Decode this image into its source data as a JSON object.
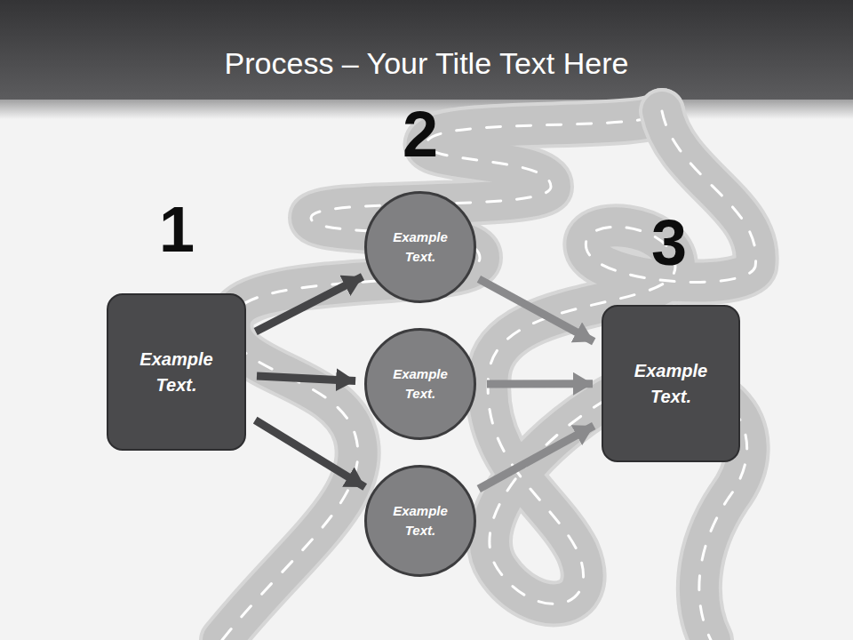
{
  "diagram": {
    "title": "Process – Your Title Text Here",
    "nodes": [
      {
        "text": [
          "Example Text."
        ]
      },
      {
        "text": [
          "Example Text."
        ]
      },
      {
        "text": [
          "Example Text."
        ]
      },
      {
        "text": [
          "Example Text."
        ]
      },
      {
        "text": [
          "Example Text."
        ]
      }
    ],
    "edges": [
      {
        "from": 0,
        "to": 1,
        "arrow": "to"
      },
      {
        "from": 0,
        "to": 2,
        "arrow": "to"
      },
      {
        "from": 0,
        "to": 3,
        "arrow": "to"
      },
      {
        "from": 1,
        "to": 4,
        "arrow": "to"
      },
      {
        "from": 2,
        "to": 4,
        "arrow": "to"
      },
      {
        "from": 3,
        "to": 4,
        "arrow": "to"
      }
    ],
    "labels": [
      "1",
      "2",
      "3"
    ]
  }
}
